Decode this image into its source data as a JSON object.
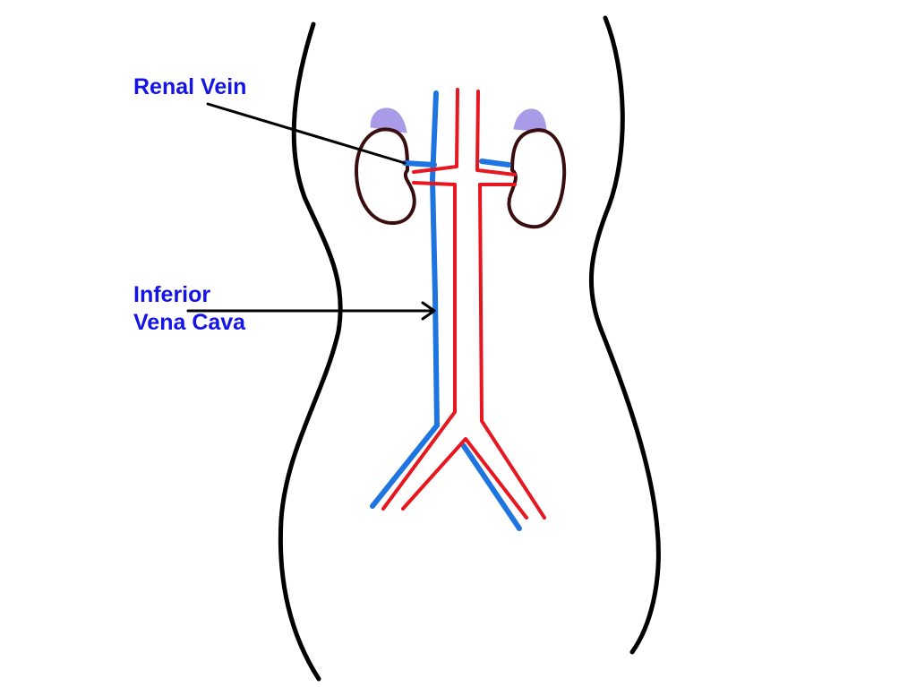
{
  "labels": {
    "renal_vein": "Renal Vein",
    "ivc_line1": "Inferior",
    "ivc_line2": "Vena Cava"
  },
  "colors": {
    "label_text": "#1414e6",
    "vein": "#1e74e0",
    "artery": "#e8161e",
    "outline": "#000000",
    "kidney_outline": "#3a0e0e",
    "adrenal": "#a99be8",
    "pointer": "#000000"
  }
}
